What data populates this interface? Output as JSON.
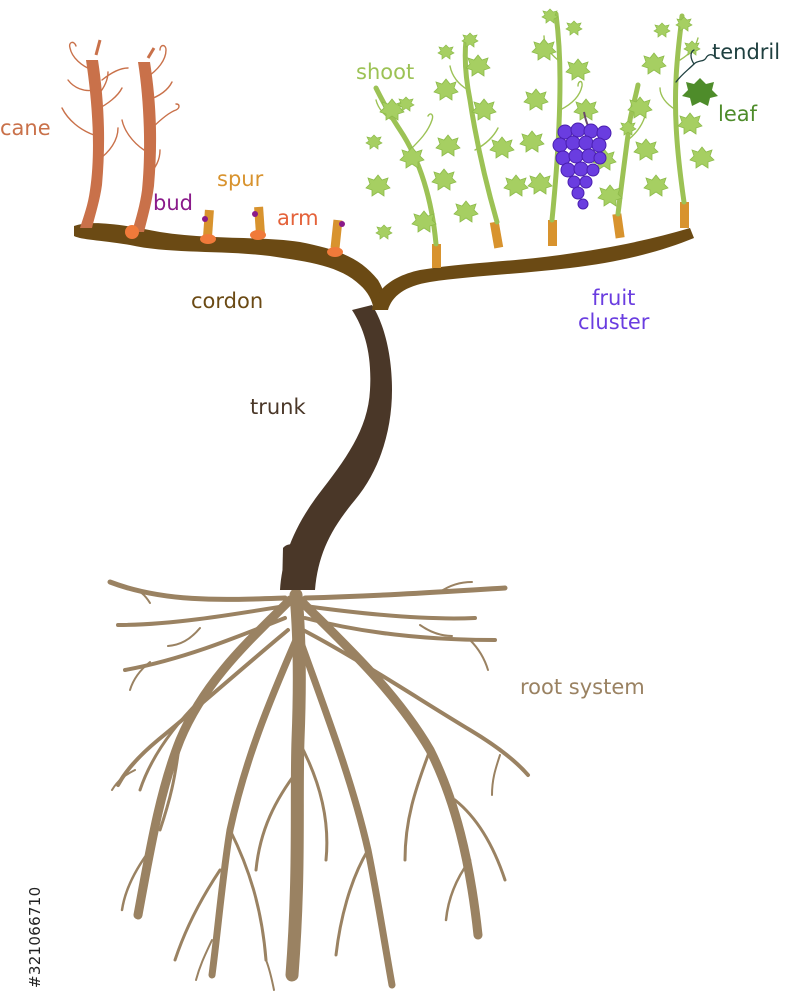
{
  "labels": {
    "cane": "cane",
    "spur": "spur",
    "bud": "bud",
    "arm": "arm",
    "cordon": "cordon",
    "trunk": "trunk",
    "shoot": "shoot",
    "tendril": "tendril",
    "leaf": "leaf",
    "fruit_line1": "fruit",
    "fruit_line2": "cluster",
    "root_system": "root system"
  },
  "watermark": "#321066710",
  "colors": {
    "cane": "#c9714a",
    "spur": "#d8932e",
    "bud": "#8a1a8a",
    "arm": "#e4623a",
    "cordon": "#6b4a14",
    "trunk": "#4a3728",
    "shoot": "#9cc255",
    "tendril": "#1f4040",
    "leaf": "#4e8c2a",
    "fruit": "#6a3de0",
    "root_system": "#9a8262"
  }
}
